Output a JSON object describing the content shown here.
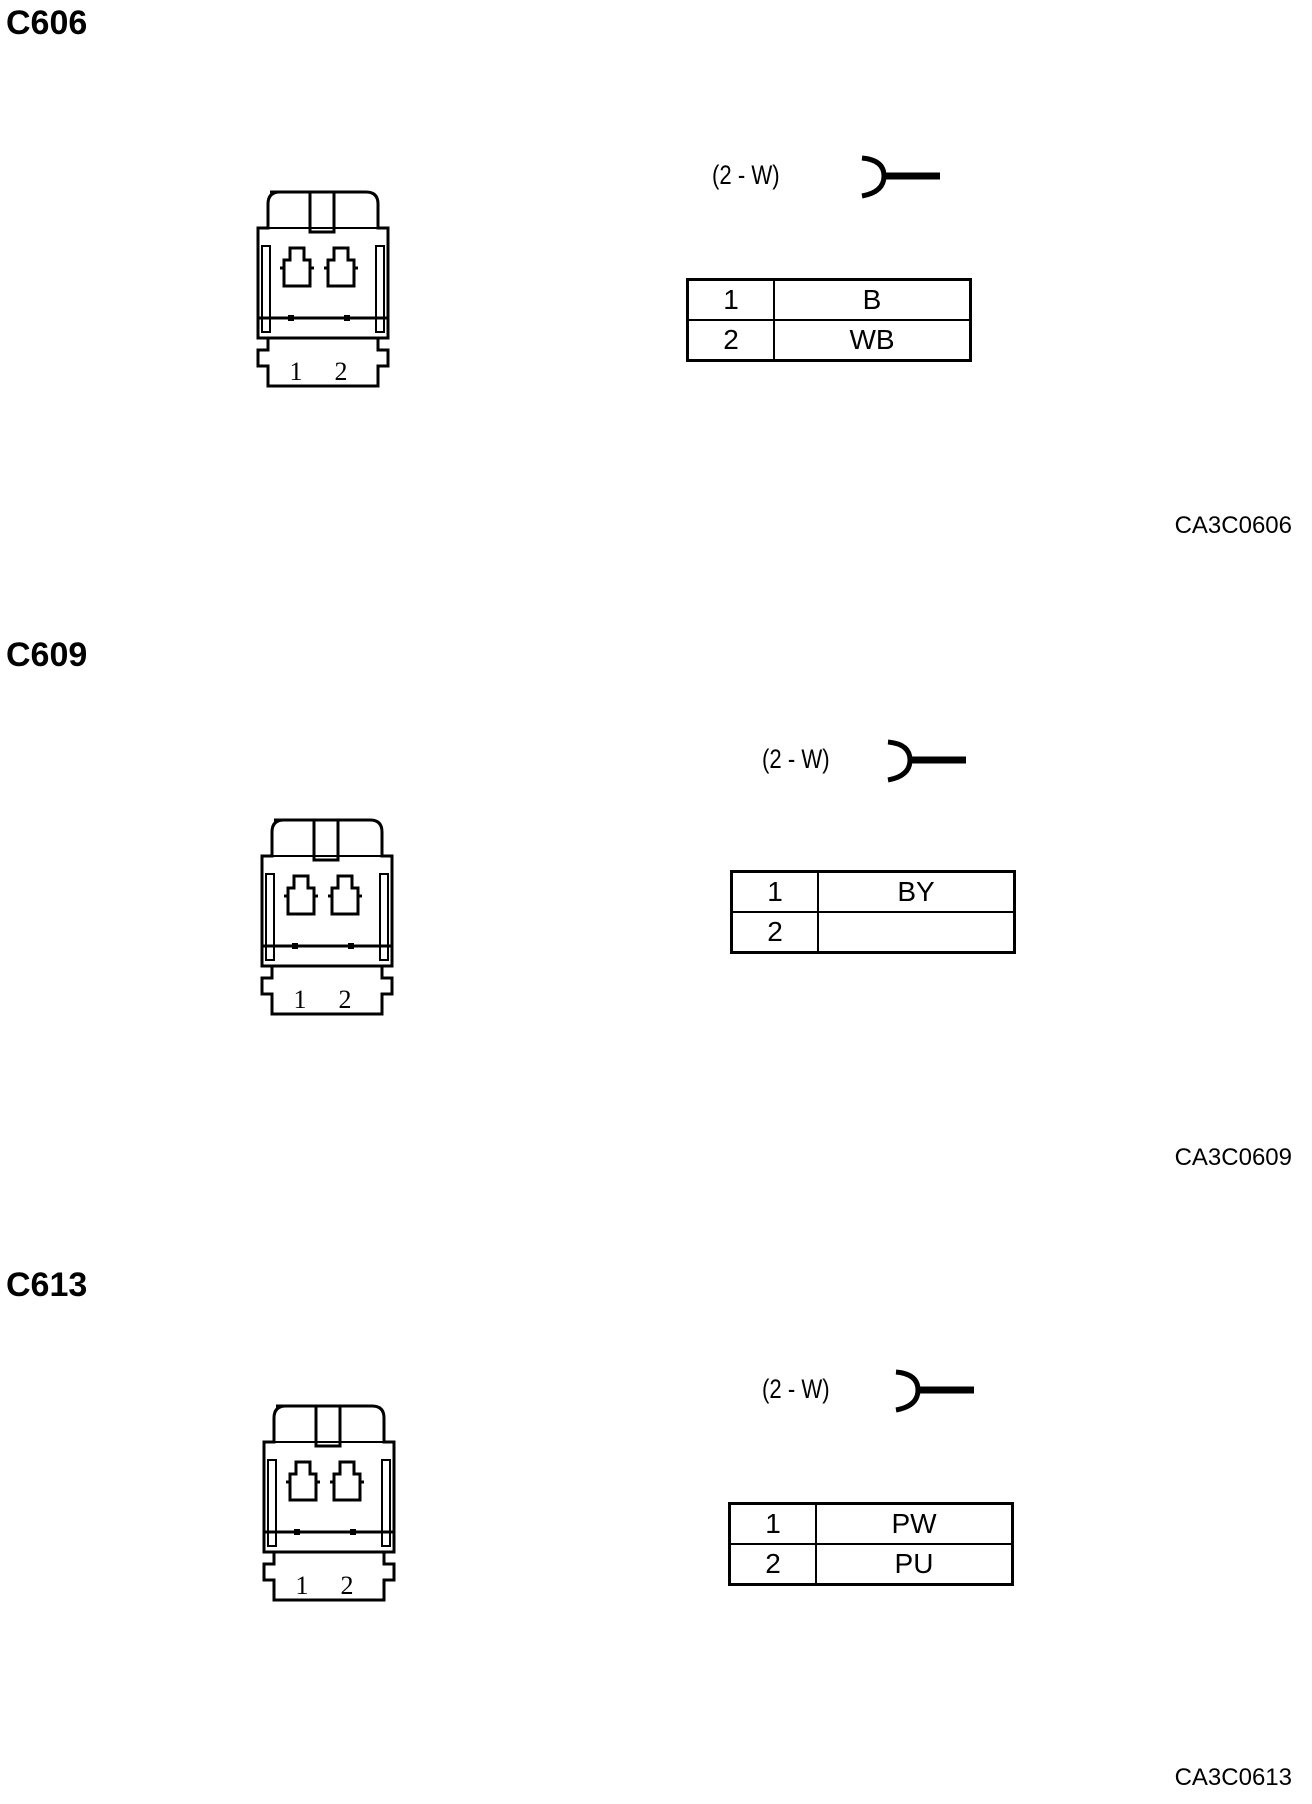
{
  "connectors": [
    {
      "id": "C606",
      "wire_type": "(2 - W)",
      "pins": [
        {
          "pin": "1",
          "color": "B"
        },
        {
          "pin": "2",
          "color": "WB"
        }
      ],
      "face_labels": [
        "1",
        "2"
      ],
      "ref": "CA3C0606"
    },
    {
      "id": "C609",
      "wire_type": "(2 - W)",
      "pins": [
        {
          "pin": "1",
          "color": "BY"
        },
        {
          "pin": "2",
          "color": ""
        }
      ],
      "face_labels": [
        "1",
        "2"
      ],
      "ref": "CA3C0609"
    },
    {
      "id": "C613",
      "wire_type": "(2 - W)",
      "pins": [
        {
          "pin": "1",
          "color": "PW"
        },
        {
          "pin": "2",
          "color": "PU"
        }
      ],
      "face_labels": [
        "1",
        "2"
      ],
      "ref": "CA3C0613"
    }
  ]
}
